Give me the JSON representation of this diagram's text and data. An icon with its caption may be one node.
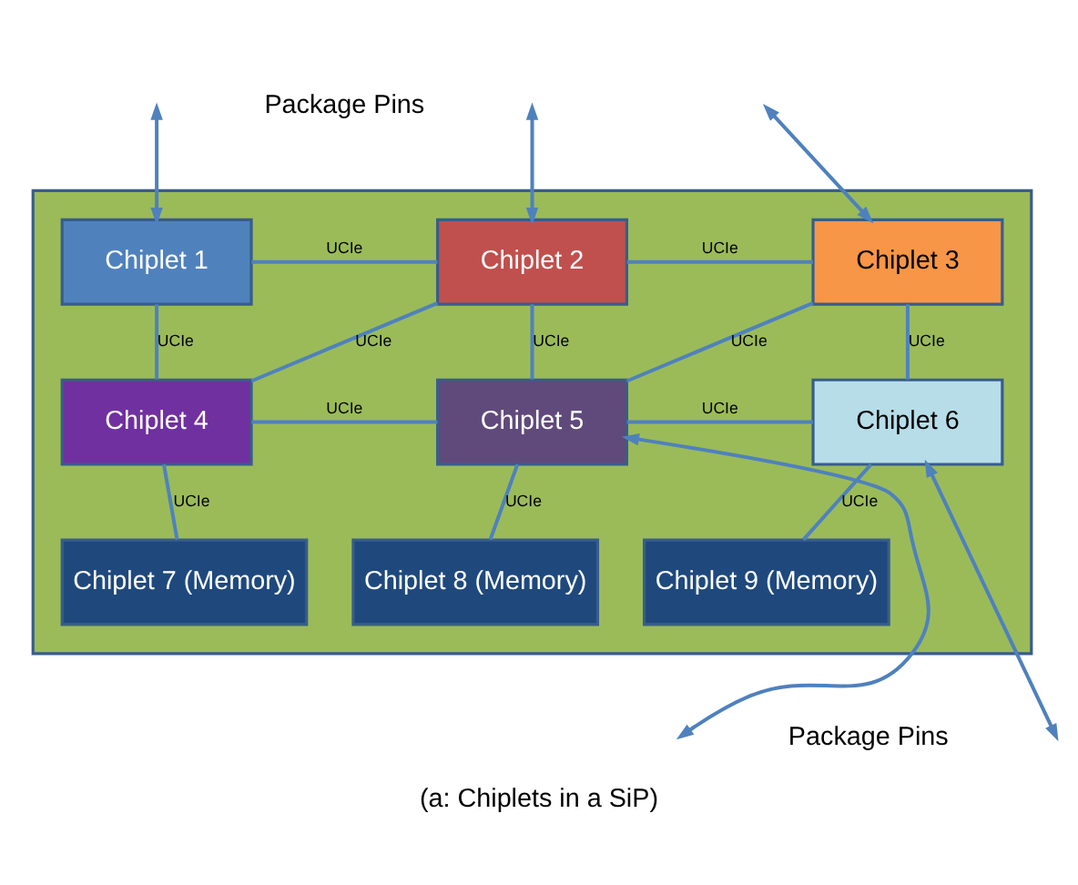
{
  "diagram": {
    "caption": "(a: Chiplets in a SiP)",
    "nodes": [
      {
        "text": [],
        "shape": "box"
      },
      {
        "text": [
          "Chiplet 1"
        ],
        "in": 0
      },
      {
        "text": [
          "Chiplet 2"
        ],
        "in": 0
      },
      {
        "text": [
          "Chiplet 3"
        ],
        "in": 0
      },
      {
        "text": [
          "Chiplet 4"
        ],
        "in": 0
      },
      {
        "text": [
          "Chiplet 5"
        ],
        "in": 0
      },
      {
        "text": [
          "Chiplet 6"
        ],
        "in": 0
      },
      {
        "text": [
          "Chiplet 7 (Memory)"
        ],
        "in": 0
      },
      {
        "text": [
          "Chiplet 8 (Memory)"
        ],
        "in": 0
      },
      {
        "text": [
          "Chiplet 9 (Memory)"
        ],
        "in": 0
      }
    ],
    "edges": [
      {
        "from": null,
        "to": 1,
        "arrow": "both"
      },
      {
        "from": null,
        "to": 2,
        "arrow": "both"
      },
      {
        "from": null,
        "to": 3,
        "arrow": "both"
      },
      {
        "from": 1,
        "to": 2,
        "arrow": "none",
        "label": "UCIe"
      },
      {
        "from": 2,
        "to": 3,
        "arrow": "none",
        "label": "UCIe"
      },
      {
        "from": 1,
        "to": 4,
        "arrow": "none",
        "label": "UCIe"
      },
      {
        "from": 2,
        "to": 4,
        "arrow": "none",
        "label": "UCIe"
      },
      {
        "from": 2,
        "to": 5,
        "arrow": "none",
        "label": "UCIe"
      },
      {
        "from": 3,
        "to": 5,
        "arrow": "none",
        "label": "UCIe"
      },
      {
        "from": 3,
        "to": 6,
        "arrow": "none",
        "label": "UCIe"
      },
      {
        "from": 4,
        "to": 5,
        "arrow": "none",
        "label": "UCIe"
      },
      {
        "from": 5,
        "to": 6,
        "arrow": "none",
        "label": "UCIe"
      },
      {
        "from": 4,
        "to": 7,
        "arrow": "none",
        "label": "UCIe"
      },
      {
        "from": 5,
        "to": 8,
        "arrow": "none",
        "label": "UCIe"
      },
      {
        "from": 6,
        "to": 9,
        "arrow": "none",
        "label": "UCIe"
      },
      {
        "from": 5,
        "to": null,
        "arrow": "both"
      },
      {
        "from": 6,
        "to": null,
        "arrow": "both"
      }
    ],
    "labels": [
      "Package Pins",
      "Package Pins"
    ]
  }
}
